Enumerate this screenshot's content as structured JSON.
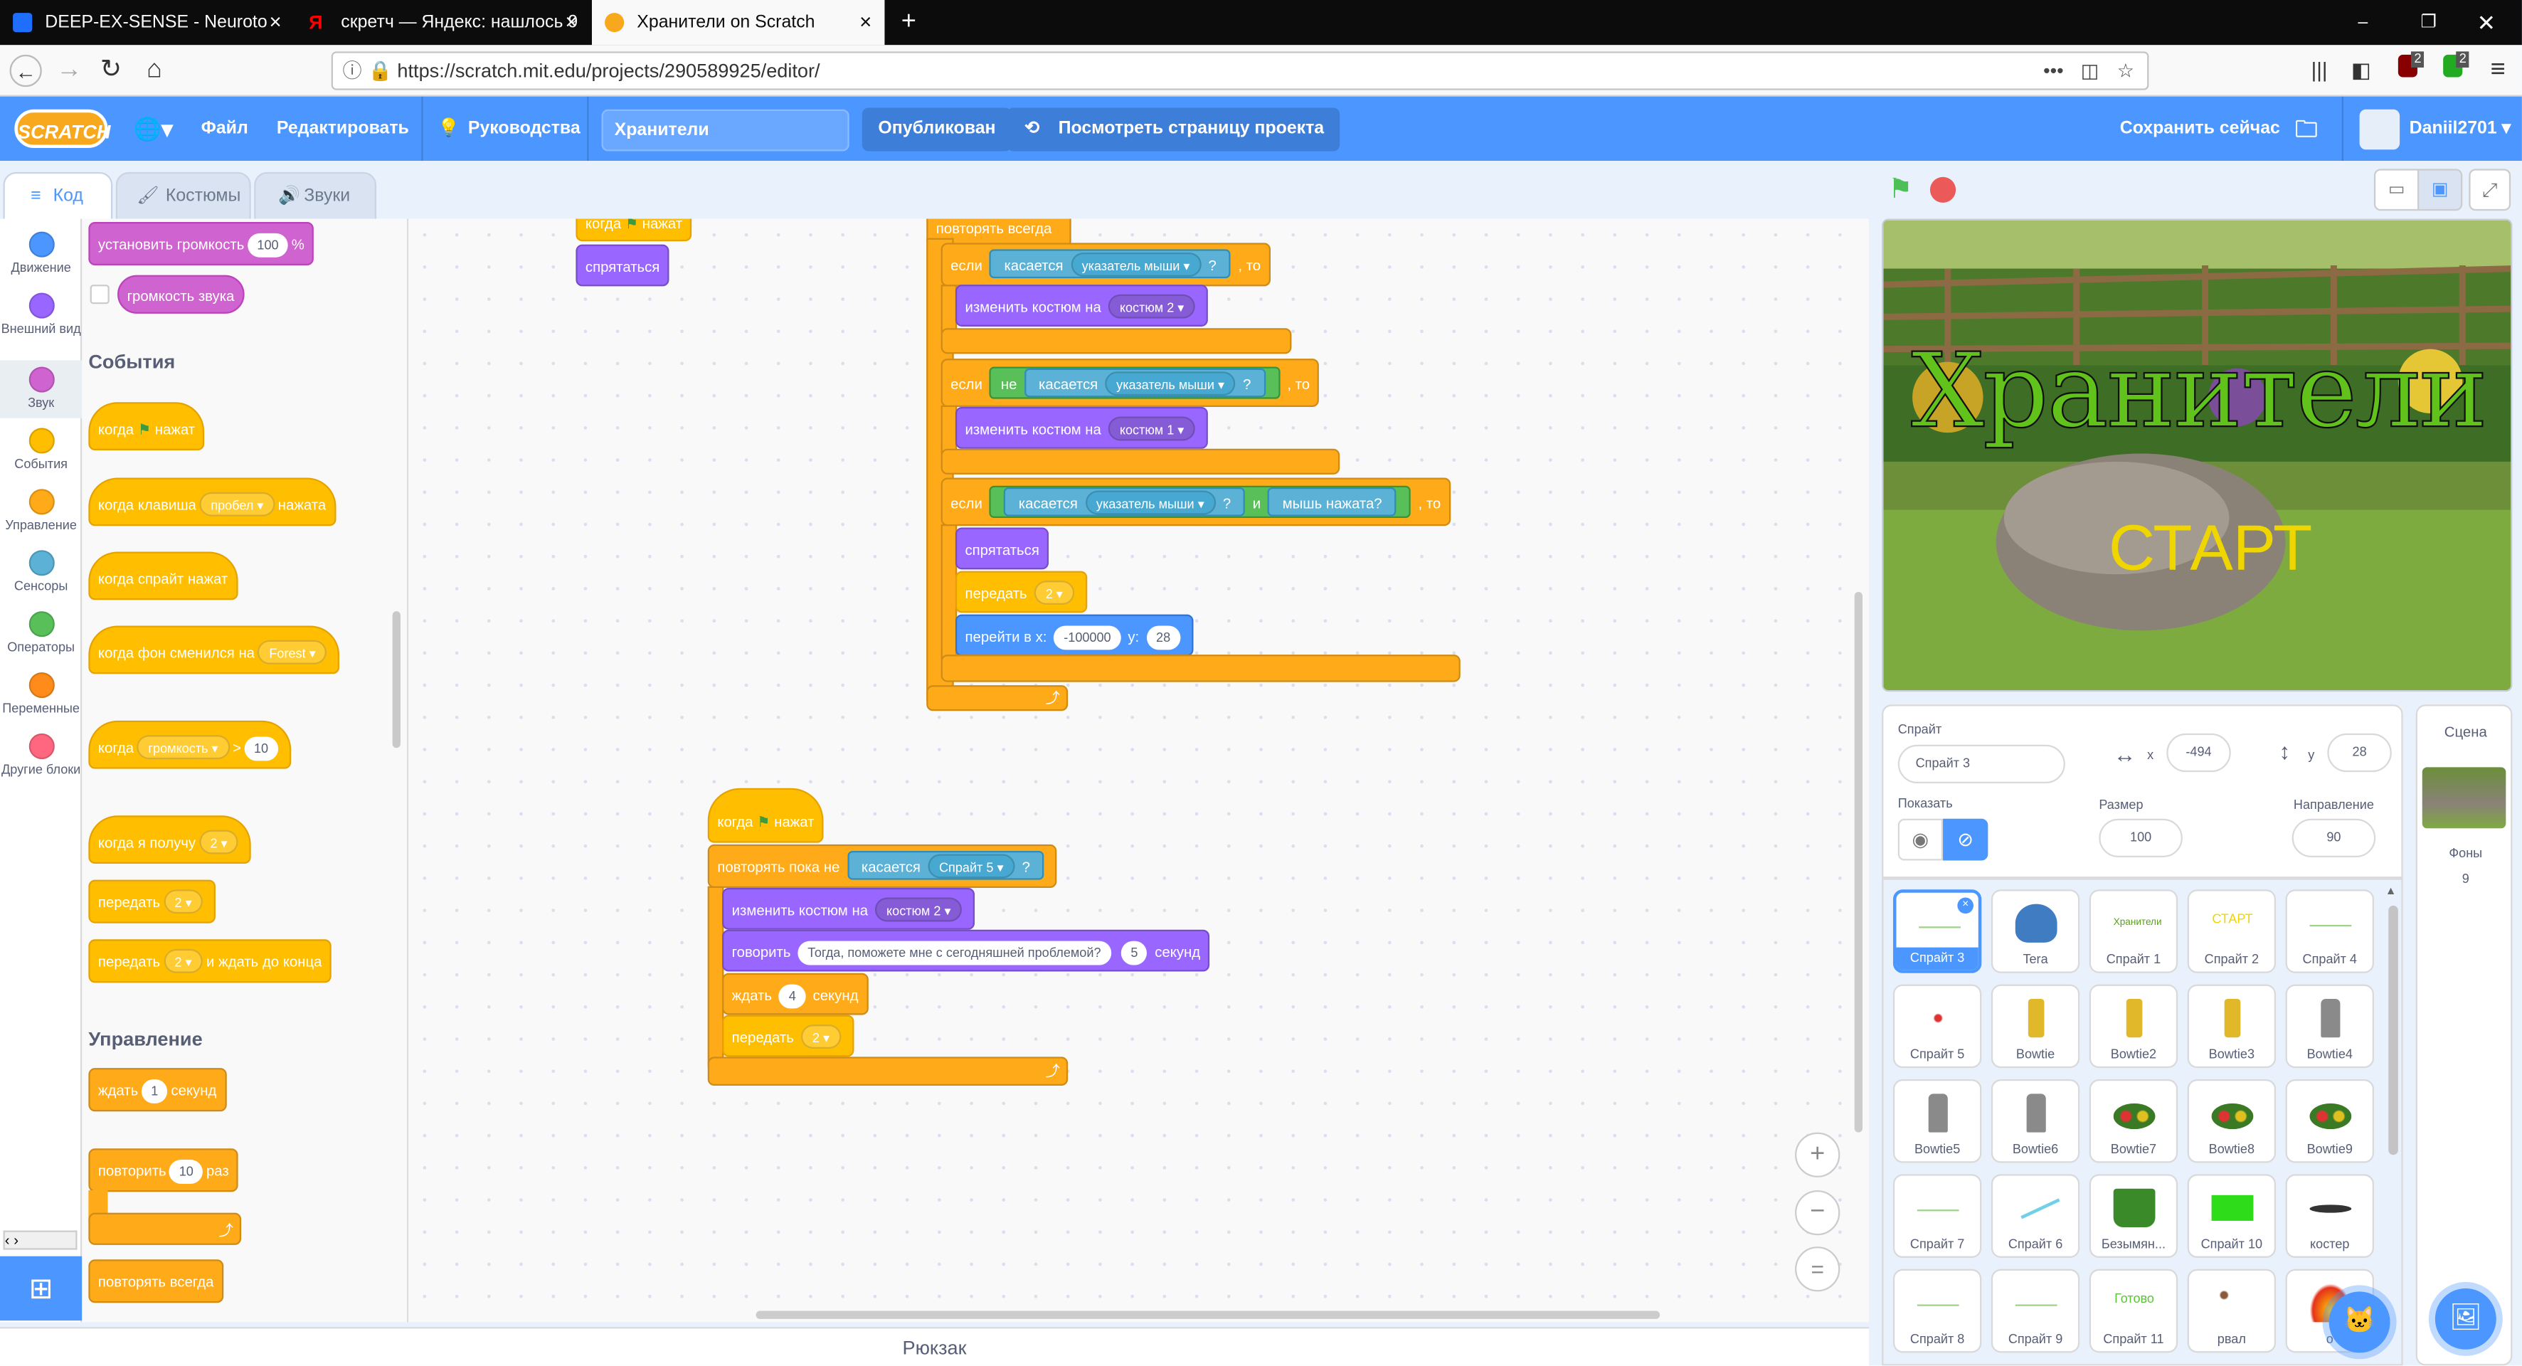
{
  "browser": {
    "tabs": [
      {
        "label": "DEEP-EX-SENSE - Neuroto",
        "active": false
      },
      {
        "label": "скретч — Яндекс: нашлось 9",
        "active": false
      },
      {
        "label": "Хранители on Scratch",
        "active": true
      }
    ],
    "new_tab": "+",
    "url": "https://scratch.mit.edu/projects/290589925/editor/",
    "ext_badge_1": "2",
    "ext_badge_2": "2"
  },
  "menu": {
    "logo": "SCRATCH",
    "file": "Файл",
    "edit": "Редактировать",
    "tutorials": "Руководства",
    "project_title": "Хранители",
    "published": "Опубликован",
    "see_project_page": "Посмотреть страницу проекта",
    "save_now": "Сохранить сейчас",
    "username": "Daniil2701"
  },
  "editor_tabs": {
    "code": "Код",
    "costumes": "Костюмы",
    "sounds": "Звуки"
  },
  "categories": [
    {
      "label": "Движение",
      "color": "#4c97ff"
    },
    {
      "label": "Внешний вид",
      "color": "#9966ff"
    },
    {
      "label": "Звук",
      "color": "#cf63cf"
    },
    {
      "label": "События",
      "color": "#ffbf00"
    },
    {
      "label": "Управление",
      "color": "#ffab19"
    },
    {
      "label": "Сенсоры",
      "color": "#5cb1d6"
    },
    {
      "label": "Операторы",
      "color": "#59c059"
    },
    {
      "label": "Переменные",
      "color": "#ff8c1a"
    },
    {
      "label": "Другие блоки",
      "color": "#ff6680"
    }
  ],
  "palette": {
    "set_volume": "установить громкость",
    "set_volume_val": "100",
    "set_volume_unit": "%",
    "volume_reporter": "громкость звука",
    "events_heading": "События",
    "when_flag": "когда",
    "when_flag_tail": "нажат",
    "when_key": "когда клавиша",
    "when_key_val": "пробел",
    "when_key_tail": "нажата",
    "when_sprite_clicked": "когда спрайт нажат",
    "when_backdrop": "когда фон сменился на",
    "when_backdrop_val": "Forest",
    "when_loudness": "когда",
    "when_loudness_dd": "громкость",
    "when_loudness_op": ">",
    "when_loudness_val": "10",
    "when_receive": "когда я получу",
    "when_receive_val": "2",
    "broadcast": "передать",
    "broadcast_val": "2",
    "broadcast_wait": "передать",
    "broadcast_wait_val": "2",
    "broadcast_wait_tail": "и ждать до конца",
    "control_heading": "Управление",
    "wait": "ждать",
    "wait_val": "1",
    "wait_tail": "секунд",
    "repeat": "повторить",
    "repeat_val": "10",
    "repeat_tail": "раз",
    "forever": "повторять всегда"
  },
  "script1": {
    "hat": "когда",
    "hat_tail": "нажат",
    "hide": "спрятаться"
  },
  "script2": {
    "forever": "повторять всегда",
    "if1": "если",
    "touching": "касается",
    "mouse_pointer": "указатель мыши",
    "q": "?",
    "then": ", то",
    "switch_costume": "изменить костюм на",
    "costume2": "костюм 2",
    "if2": "если",
    "not": "не",
    "costume1": "костюм 1",
    "if3": "если",
    "and": "и",
    "mouse_down": "мышь нажата?",
    "hide": "спрятаться",
    "broadcast": "передать",
    "broadcast_val": "2",
    "goto": "перейти в x:",
    "goto_x": "-100000",
    "goto_y_label": "y:",
    "goto_y": "28"
  },
  "script3": {
    "hat": "когда",
    "hat_tail": "нажат",
    "repeat_until": "повторять пока не",
    "touching": "касается",
    "sprite5": "Спрайт 5",
    "q": "?",
    "switch_costume": "изменить костюм на",
    "costume2": "костюм 2",
    "say": "говорить",
    "say_text": "Тогда, поможете мне с сегодняшней проблемой?",
    "say_secs": "5",
    "say_tail": "секунд",
    "wait": "ждать",
    "wait_val": "4",
    "wait_tail": "секунд",
    "broadcast": "передать",
    "broadcast_val": "2"
  },
  "zoom": {
    "in": "+",
    "out": "−",
    "reset": "="
  },
  "stage": {
    "title_text": "Хранители",
    "start_text": "СТАРТ"
  },
  "sprite_info": {
    "sprite_label": "Спрайт",
    "sprite_name": "Спрайт 3",
    "x_label": "x",
    "x": "-494",
    "y_label": "y",
    "y": "28",
    "show_label": "Показать",
    "size_label": "Размер",
    "size": "100",
    "direction_label": "Направление",
    "direction": "90"
  },
  "sprites": [
    "Спрайт 3",
    "Tera",
    "Спрайт 1",
    "Спрайт 2",
    "Спрайт 4",
    "Спрайт 5",
    "Bowtie",
    "Bowtie2",
    "Bowtie3",
    "Bowtie4",
    "Bowtie5",
    "Bowtie6",
    "Bowtie7",
    "Bowtie8",
    "Bowtie9",
    "Спрайт 7",
    "Спрайт 6",
    "Безымян...",
    "Спрайт 10",
    "костер",
    "Спрайт 8",
    "Спрайт 9",
    "Спрайт 11",
    "рвал",
    "о"
  ],
  "sprite_thumb_text": {
    "s1": "Хранители",
    "s2": "СТАРТ",
    "s11": "Готово"
  },
  "scene": {
    "label": "Сцена",
    "backdrops_label": "Фоны",
    "backdrops_count": "9"
  },
  "backpack": "Рюкзак",
  "colors": {
    "scratch_blue": "#4c97ff",
    "events": "#ffbf00",
    "control": "#ffab19",
    "looks": "#9966ff",
    "sensing": "#5cb1d6",
    "operators": "#59c059"
  }
}
